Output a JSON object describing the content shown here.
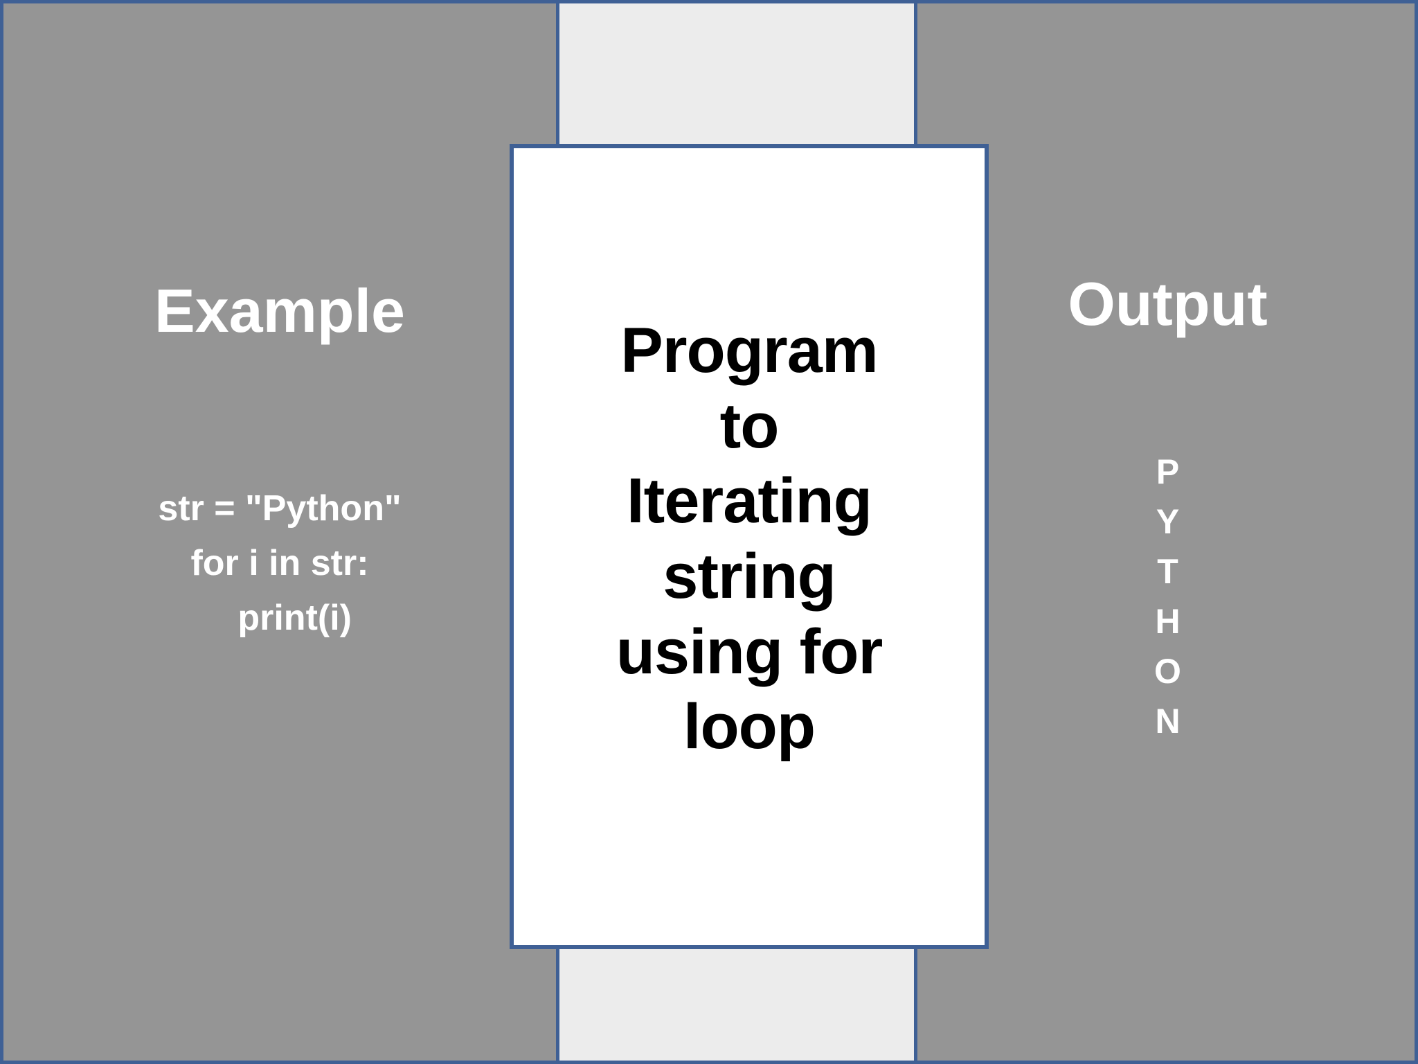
{
  "slide": {
    "background_color": "#ececec",
    "frame_border_color": "#3f6095",
    "panel_gray_color": "#959595",
    "card_background_color": "#ffffff",
    "card_border_color": "#3f6095",
    "heading_text_color": "#ffffff",
    "title_text_color": "#000000"
  },
  "title_card": {
    "text": "Program\nto\nIterating\nstring\nusing for\nloop"
  },
  "left": {
    "heading": "Example",
    "code_lines": [
      "str = \"Python\"",
      "for i in str:",
      "   print(i)"
    ]
  },
  "right": {
    "heading": "Output",
    "letters": [
      "P",
      "Y",
      "T",
      "H",
      "O",
      "N"
    ]
  }
}
